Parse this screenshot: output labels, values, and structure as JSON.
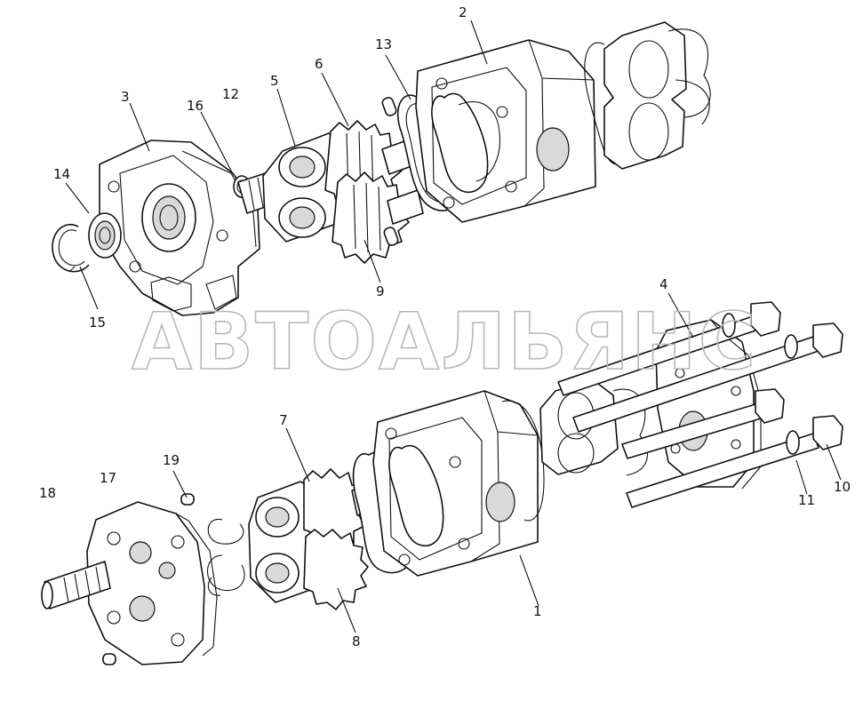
{
  "watermark": "АВТОАЛЬЯНС",
  "callouts": [
    "1",
    "2",
    "3",
    "4",
    "6",
    "5",
    "7",
    "8",
    "9",
    "10",
    "11",
    "12",
    "13",
    "14",
    "15",
    "16",
    "17",
    "18",
    "19"
  ]
}
